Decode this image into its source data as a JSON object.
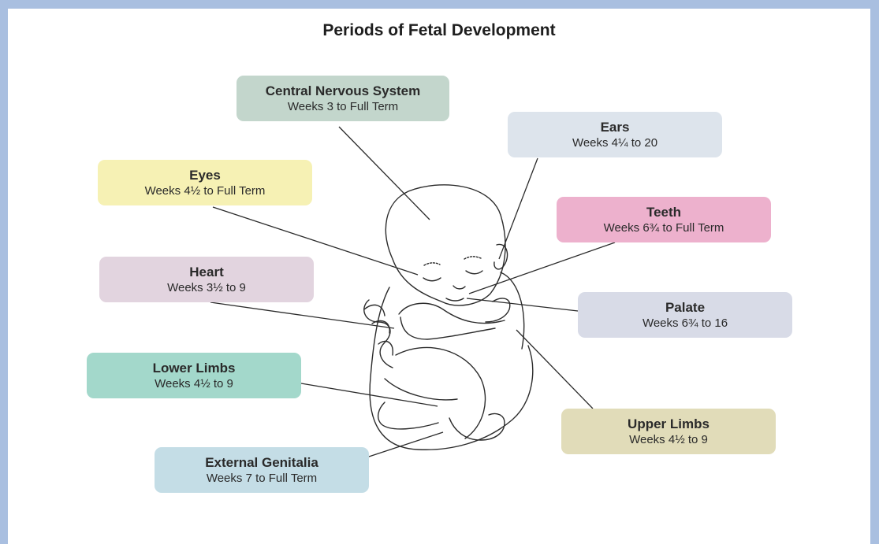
{
  "title": "Periods of Fetal Development",
  "labels": {
    "cns": {
      "name": "Central Nervous System",
      "weeks": "Weeks 3 to Full Term",
      "color": "#c3d6cc"
    },
    "ears": {
      "name": "Ears",
      "weeks": "Weeks 4¼ to 20",
      "color": "#dde4ec"
    },
    "eyes": {
      "name": "Eyes",
      "weeks": "Weeks 4½ to Full Term",
      "color": "#f6f1b4"
    },
    "teeth": {
      "name": "Teeth",
      "weeks": "Weeks 6¾ to Full Term",
      "color": "#edb1cd"
    },
    "heart": {
      "name": "Heart",
      "weeks": "Weeks 3½ to 9",
      "color": "#e2d4df"
    },
    "palate": {
      "name": "Palate",
      "weeks": "Weeks 6¾ to 16",
      "color": "#d8dbe7"
    },
    "lowerLimbs": {
      "name": "Lower Limbs",
      "weeks": "Weeks 4½ to 9",
      "color": "#a3d8cb"
    },
    "upperLimbs": {
      "name": "Upper Limbs",
      "weeks": "Weeks 4½ to 9",
      "color": "#e1dcb9"
    },
    "genitalia": {
      "name": "External Genitalia",
      "weeks": "Weeks 7 to Full Term",
      "color": "#c4dde6"
    }
  }
}
